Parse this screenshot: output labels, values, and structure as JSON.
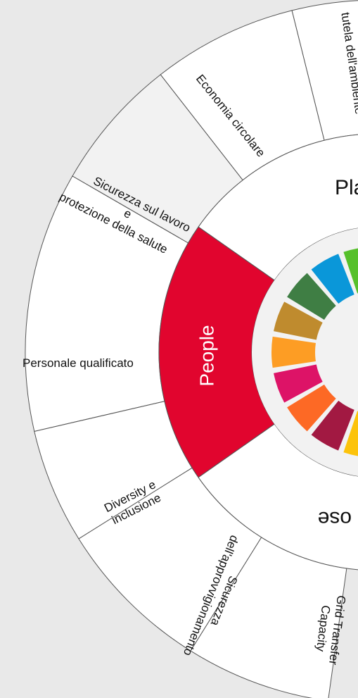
{
  "colors": {
    "background": "#e9e9e9",
    "outer_segment": "#ffffff",
    "outer_segment_highlight": "#f2f2f2",
    "people_segment": "#e1052e",
    "inner_ring": "#ffffff",
    "sdg_disc": "#f2f2f2"
  },
  "wheel": {
    "ring_labels": {
      "planet_partial": "Pla",
      "people": "People",
      "purpose_partial": "ose"
    },
    "outer_segments": [
      {
        "id": "tutela",
        "label": "tutela dell'ambiente"
      },
      {
        "id": "economia",
        "label": "Economia circolare"
      },
      {
        "id": "sicurezza-lavoro",
        "lines": [
          "Sicurezza sul lavoro",
          "e",
          "protezione della salute"
        ]
      },
      {
        "id": "personale",
        "label": "Personale qualificato"
      },
      {
        "id": "diversity",
        "lines": [
          "Diversity e",
          "inclusione"
        ]
      },
      {
        "id": "approvvigionamento",
        "lines": [
          "Sicurezza",
          "dell'approvvigionamento"
        ]
      },
      {
        "id": "grid",
        "lines": [
          "Grid Transfer",
          "Capacity"
        ]
      }
    ],
    "sdg_tiles": [
      {
        "name": "sdg-tile-lime",
        "color": "#56c02b"
      },
      {
        "name": "sdg-tile-blue",
        "color": "#0a97d9"
      },
      {
        "name": "sdg-tile-darkgreen",
        "color": "#3f7e44"
      },
      {
        "name": "sdg-tile-ochre",
        "color": "#bf8b2e"
      },
      {
        "name": "sdg-tile-orange",
        "color": "#fd9d24"
      },
      {
        "name": "sdg-tile-magenta",
        "color": "#dd1367"
      },
      {
        "name": "sdg-tile-redorange",
        "color": "#fd6925"
      },
      {
        "name": "sdg-tile-crimson",
        "color": "#a21942"
      },
      {
        "name": "sdg-tile-gold",
        "color": "#fcc30b"
      }
    ]
  }
}
